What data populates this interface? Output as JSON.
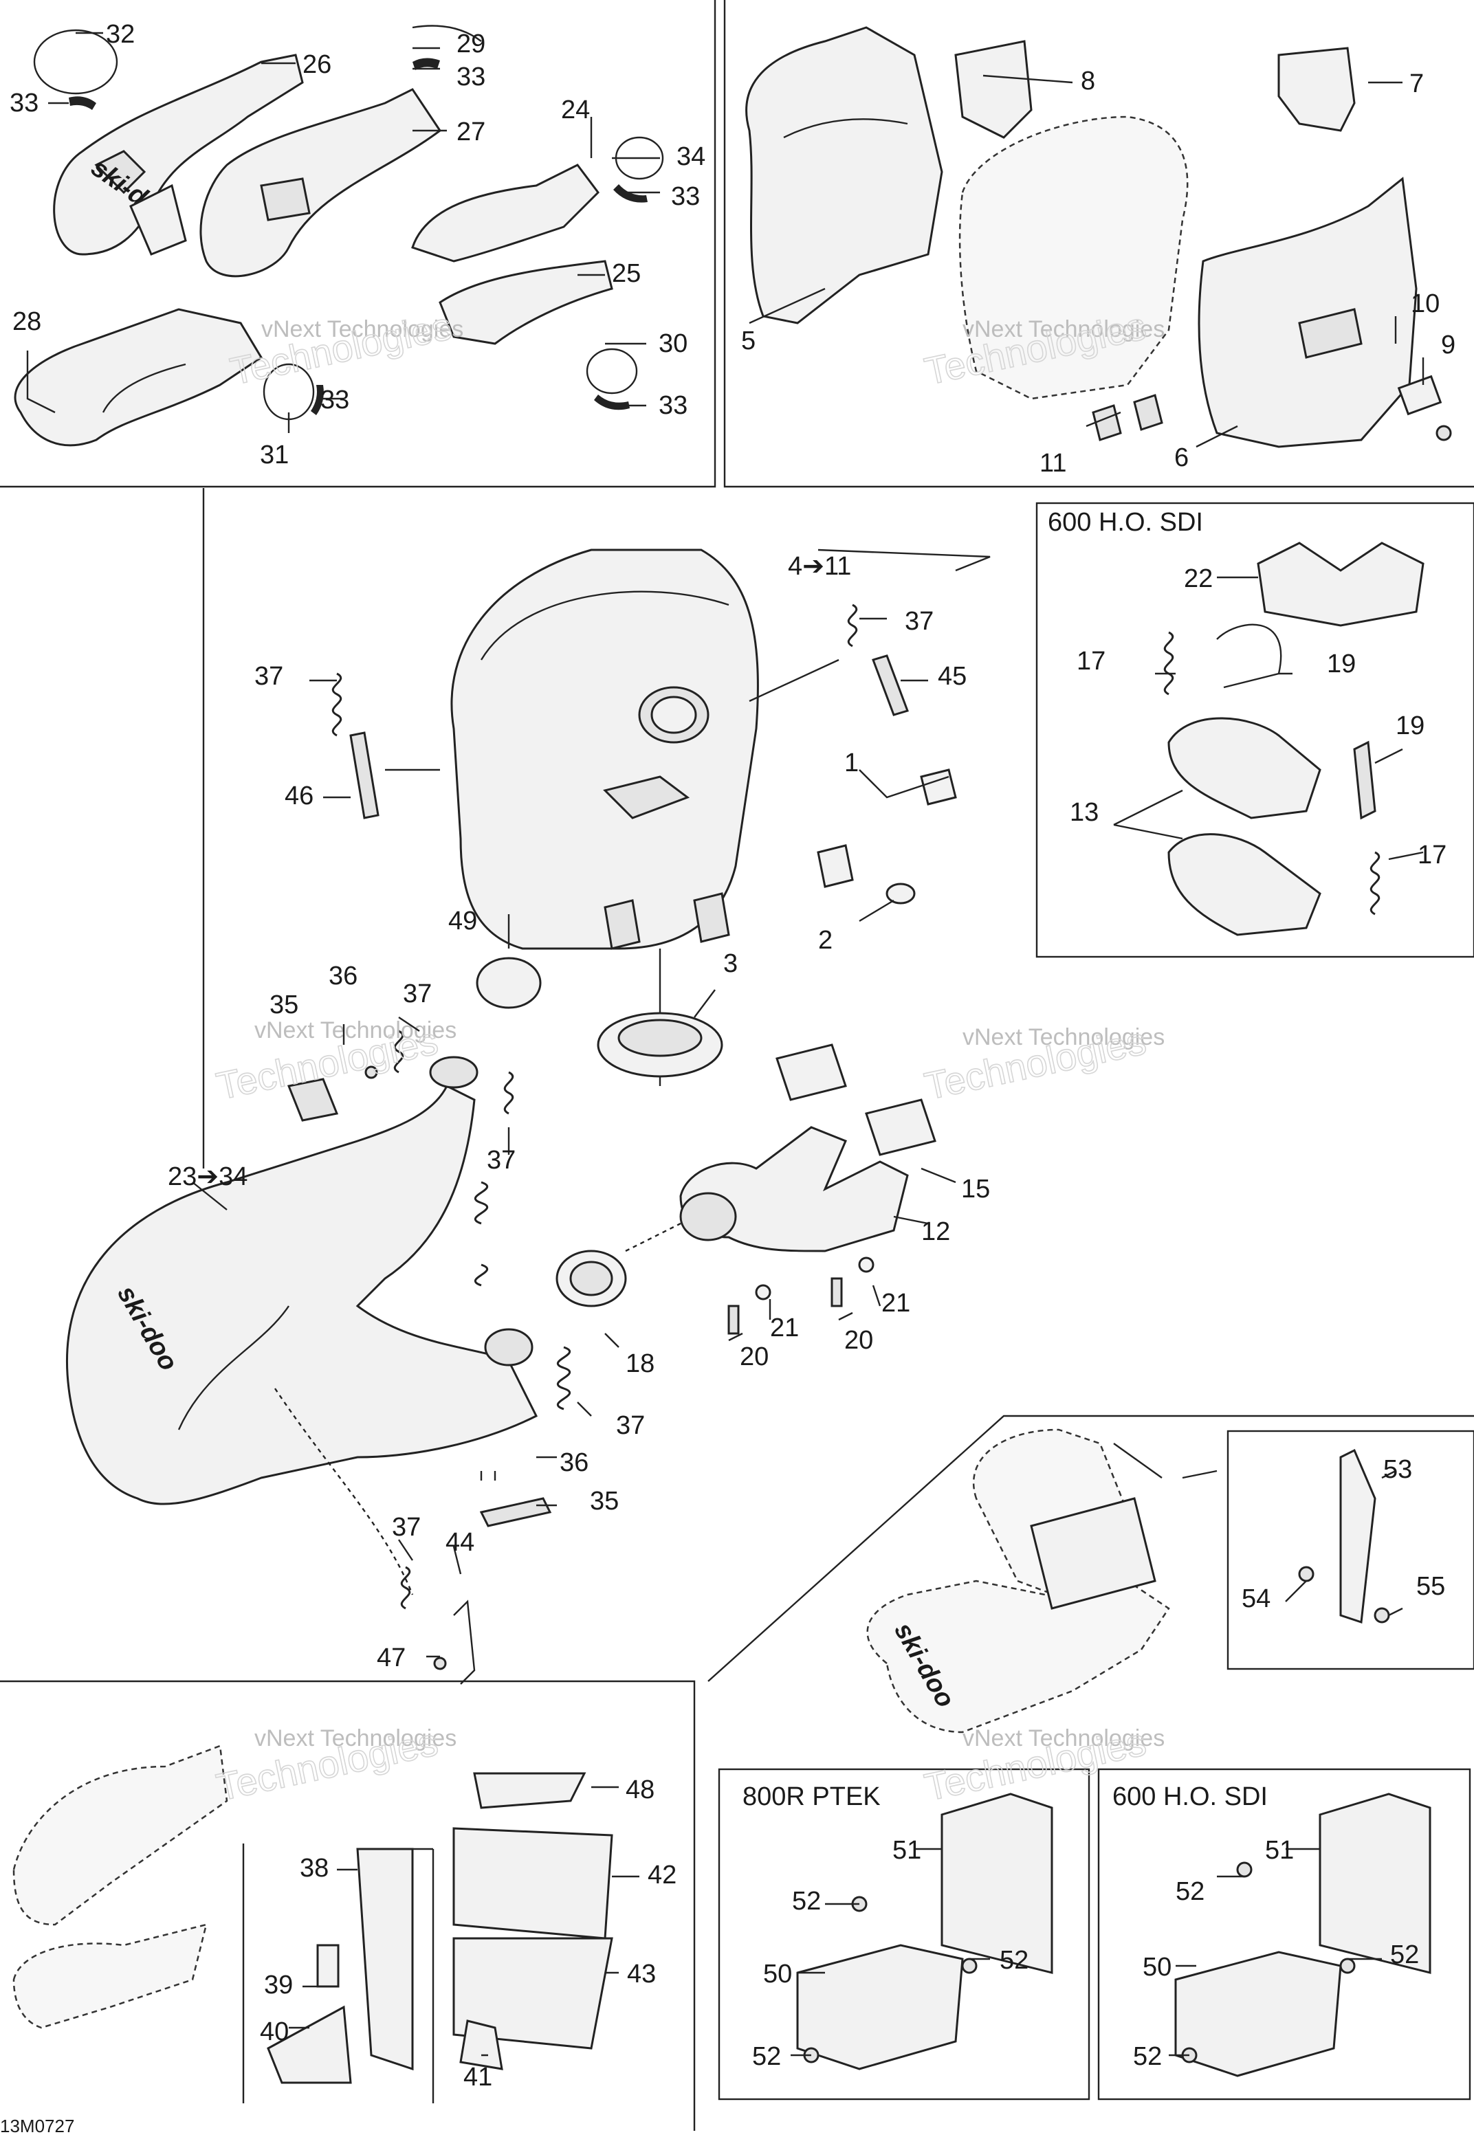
{
  "diagram": {
    "document_id": "13M0727",
    "watermark": {
      "line1": "vNext Technologies",
      "line2": "vNext",
      "line3": "Technologies"
    },
    "boxes": {
      "ho_sdi_top": "600 H.O. SDI",
      "ptek": "800R PTEK",
      "ho_sdi_bottom": "600 H.O. SDI"
    },
    "labels": {
      "l32": "32",
      "l26": "26",
      "l29": "29",
      "l33a": "33",
      "l33b": "33",
      "l27": "27",
      "l24": "24",
      "l34": "34",
      "l33c": "33",
      "l25": "25",
      "l28": "28",
      "l30": "30",
      "l33d": "33",
      "l31": "31",
      "l33e": "33",
      "l8": "8",
      "l7": "7",
      "l5": "5",
      "l10": "10",
      "l9": "9",
      "l11": "11",
      "l6": "6",
      "l4to11": "4➔11",
      "l37a": "37",
      "l45": "45",
      "l37b": "37",
      "l46": "46",
      "l1": "1",
      "l2": "2",
      "l49": "49",
      "l3": "3",
      "l35a": "35",
      "l36a": "36",
      "l37c": "37",
      "l37d": "37",
      "l23to34": "23➔34",
      "l15": "15",
      "l12": "12",
      "l21a": "21",
      "l21b": "21",
      "l20a": "20",
      "l20b": "20",
      "l18": "18",
      "l37e": "37",
      "l36b": "36",
      "l35b": "35",
      "l37f": "37",
      "l44": "44",
      "l47": "47",
      "l22": "22",
      "l17a": "17",
      "l19a": "19",
      "l19b": "19",
      "l13": "13",
      "l17b": "17",
      "l53": "53",
      "l54": "54",
      "l55": "55",
      "l48": "48",
      "l42": "42",
      "l38": "38",
      "l43": "43",
      "l39": "39",
      "l40": "40",
      "l41": "41",
      "l51a": "51",
      "l52a": "52",
      "l52b": "52",
      "l50a": "50",
      "l52c": "52",
      "l51b": "51",
      "l52d": "52",
      "l52e": "52",
      "l50b": "50",
      "l52f": "52"
    }
  }
}
